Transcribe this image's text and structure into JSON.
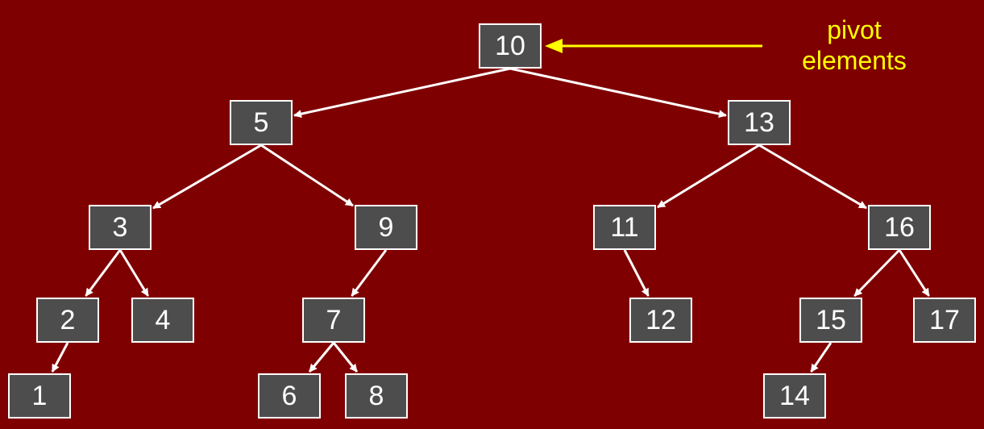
{
  "colors": {
    "background": "#7f0000",
    "node_fill": "#4d4d4d",
    "node_border": "#ffffff",
    "edge": "#ffffff",
    "annotation": "#ffff00"
  },
  "annotation": {
    "line1": "pivot",
    "line2": "elements"
  },
  "nodes": [
    {
      "id": "n10",
      "label": "10"
    },
    {
      "id": "n5",
      "label": "5"
    },
    {
      "id": "n13",
      "label": "13"
    },
    {
      "id": "n3",
      "label": "3"
    },
    {
      "id": "n9",
      "label": "9"
    },
    {
      "id": "n11",
      "label": "11"
    },
    {
      "id": "n16",
      "label": "16"
    },
    {
      "id": "n2",
      "label": "2"
    },
    {
      "id": "n4",
      "label": "4"
    },
    {
      "id": "n7",
      "label": "7"
    },
    {
      "id": "n12",
      "label": "12"
    },
    {
      "id": "n15",
      "label": "15"
    },
    {
      "id": "n17",
      "label": "17"
    },
    {
      "id": "n1",
      "label": "1"
    },
    {
      "id": "n6",
      "label": "6"
    },
    {
      "id": "n8",
      "label": "8"
    },
    {
      "id": "n14",
      "label": "14"
    }
  ],
  "edges": [
    {
      "from": "n10",
      "to": "n5"
    },
    {
      "from": "n10",
      "to": "n13"
    },
    {
      "from": "n5",
      "to": "n3"
    },
    {
      "from": "n5",
      "to": "n9"
    },
    {
      "from": "n13",
      "to": "n11"
    },
    {
      "from": "n13",
      "to": "n16"
    },
    {
      "from": "n3",
      "to": "n2"
    },
    {
      "from": "n3",
      "to": "n4"
    },
    {
      "from": "n9",
      "to": "n7"
    },
    {
      "from": "n11",
      "to": "n12"
    },
    {
      "from": "n16",
      "to": "n15"
    },
    {
      "from": "n16",
      "to": "n17"
    },
    {
      "from": "n2",
      "to": "n1"
    },
    {
      "from": "n7",
      "to": "n6"
    },
    {
      "from": "n7",
      "to": "n8"
    },
    {
      "from": "n15",
      "to": "n14"
    }
  ]
}
